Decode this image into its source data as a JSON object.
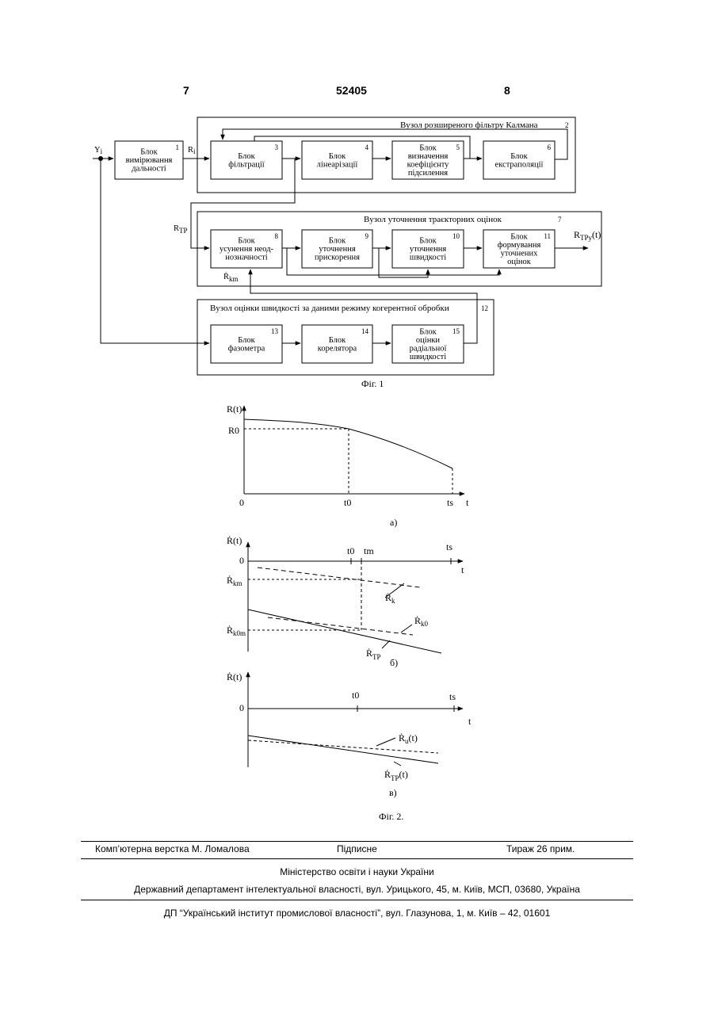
{
  "header": {
    "left_page": "7",
    "patent_number": "52405",
    "right_page": "8"
  },
  "fig1": {
    "input_label": "Y",
    "input_sub": "i",
    "r_label": "R",
    "r_sub": "i",
    "rtp_label": "R",
    "rtp_sub": "TP",
    "out_label": "R",
    "out_sub": "TPy",
    "out_arg": "(t)",
    "rkm_label": "Ṙ",
    "rkm_sub": "km",
    "group_kalman": {
      "title": "Вузол розширеного фільтру Калмана",
      "num": "2"
    },
    "group_refine": {
      "title": "Вузол уточнення траєкторних оцінок",
      "num": "7"
    },
    "group_velocity": {
      "title": "Вузол оцінки швидкості за даними режиму когерентної обробки",
      "num": "12"
    },
    "blocks": [
      {
        "num": "1",
        "lines": [
          "Блок",
          "вимірювання",
          "дальності"
        ]
      },
      {
        "num": "3",
        "lines": [
          "Блок",
          "фільтрації"
        ]
      },
      {
        "num": "4",
        "lines": [
          "Блок",
          "лінеарізації"
        ]
      },
      {
        "num": "5",
        "lines": [
          "Блок",
          "визначення",
          "коефіцієнту",
          "підсилення"
        ]
      },
      {
        "num": "6",
        "lines": [
          "Блок",
          "екстраполяції"
        ]
      },
      {
        "num": "8",
        "lines": [
          "Блок",
          "усунення неод-",
          "нозначності"
        ]
      },
      {
        "num": "9",
        "lines": [
          "Блок",
          "уточнення",
          "прискорення"
        ]
      },
      {
        "num": "10",
        "lines": [
          "Блок",
          "уточнення",
          "швидкості"
        ]
      },
      {
        "num": "11",
        "lines": [
          "Блок",
          "формування",
          "уточнених",
          "оцінок"
        ]
      },
      {
        "num": "13",
        "lines": [
          "Блок",
          "фазометра"
        ]
      },
      {
        "num": "14",
        "lines": [
          "Блок",
          "корелятора"
        ]
      },
      {
        "num": "15",
        "lines": [
          "Блок",
          "оцінки",
          "радіальної",
          "швидкості"
        ]
      }
    ],
    "caption": "Фіг. 1"
  },
  "fig2": {
    "a": {
      "ylabel": "R(t)",
      "r0": "R0",
      "origin": "0",
      "t0": "t0",
      "ts": "ts",
      "t": "t",
      "sublabel": "а)"
    },
    "b": {
      "ylabel": "Ṙ(t)",
      "zero": "0",
      "t0": "t0",
      "tm": "tm",
      "ts": "ts",
      "t": "t",
      "rkm": "Ṙ",
      "rkm_sub": "km",
      "rk0m": "Ṙ",
      "rk0m_sub": "k0m",
      "rk": "Ṙ",
      "rk_sub": "k",
      "rk0": "Ṙ",
      "rk0_sub": "k0",
      "rtp": "Ṙ",
      "rtp_sub": "TP",
      "sublabel": "б)"
    },
    "c": {
      "ylabel": "Ṙ(t)",
      "zero": "0",
      "t0": "t0",
      "ts": "ts",
      "t": "t",
      "ru": "Ṙ",
      "ru_sub": "u",
      "ru_arg": "(t)",
      "rtp": "Ṙ",
      "rtp_sub": "TP",
      "rtp_arg": "(t)",
      "sublabel": "в)"
    },
    "caption": "Фіг. 2."
  },
  "footer": {
    "layout_by": "Комп’ютерна верстка М. Ломалова",
    "signed": "Підписне",
    "print_run": "Тираж 26 прим.",
    "ministry": "Міністерство освіти і науки України",
    "department": "Державний департамент інтелектуальної власності, вул. Урицького, 45, м. Київ, МСП, 03680, Україна",
    "institute": "ДП “Український інститут промислової власності”, вул. Глазунова, 1, м. Київ – 42, 01601"
  }
}
